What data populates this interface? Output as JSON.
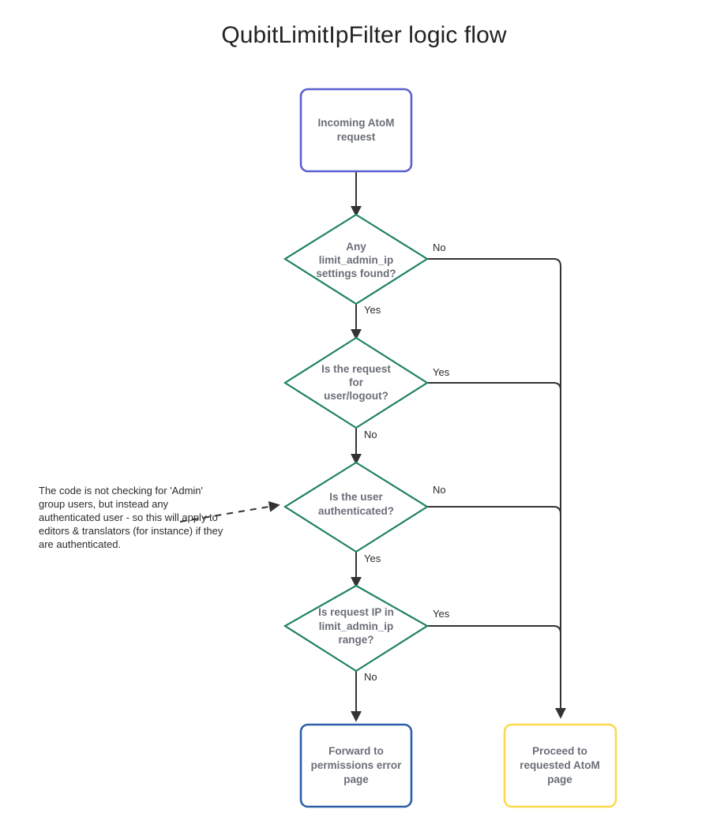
{
  "title": "QubitLimitIpFilter logic flow",
  "colors": {
    "start_border": "#5b5fd0",
    "decision_border": "#1f8263",
    "error_border": "#2b5fa8",
    "proceed_border": "#fcd94b",
    "edge": "#333333",
    "node_text": "#6a6e77",
    "edge_text": "#2b2b2b",
    "background": "#ffffff"
  },
  "nodes": {
    "start": {
      "name": "incoming-request",
      "type": "process",
      "lines": [
        "Incoming AtoM",
        "request"
      ]
    },
    "decision1": {
      "name": "limit-admin-ip-settings-found",
      "type": "decision",
      "lines": [
        "Any",
        "limit_admin_ip",
        "settings found?"
      ]
    },
    "decision2": {
      "name": "request-for-user-logout",
      "type": "decision",
      "lines": [
        "Is the request",
        "for",
        "user/logout?"
      ]
    },
    "decision3": {
      "name": "user-authenticated",
      "type": "decision",
      "lines": [
        "Is the user",
        "authenticated?"
      ]
    },
    "decision4": {
      "name": "request-ip-in-range",
      "type": "decision",
      "lines": [
        "Is request IP in",
        "limit_admin_ip",
        "range?"
      ]
    },
    "error": {
      "name": "forward-permissions-error",
      "type": "terminal",
      "lines": [
        "Forward to",
        "permissions error",
        "page"
      ]
    },
    "proceed": {
      "name": "proceed-requested-page",
      "type": "terminal",
      "lines": [
        "Proceed to",
        "requested AtoM",
        "page"
      ]
    }
  },
  "edge_labels": {
    "d1_no": "No",
    "d1_yes": "Yes",
    "d2_yes": "Yes",
    "d2_no": "No",
    "d3_no": "No",
    "d3_yes": "Yes",
    "d4_yes": "Yes",
    "d4_no": "No"
  },
  "note": {
    "lines": [
      "The code is not checking for 'Admin'",
      "group users, but instead any",
      "authenticated user - so this will apply to",
      "editors & translators (for instance) if they",
      "are authenticated."
    ]
  },
  "chart_data": {
    "type": "diagram",
    "title": "QubitLimitIpFilter logic flow",
    "flow": [
      {
        "from": "Incoming AtoM request",
        "to": "Any limit_admin_ip settings found?",
        "label": ""
      },
      {
        "from": "Any limit_admin_ip settings found?",
        "to": "Proceed to requested AtoM page",
        "label": "No"
      },
      {
        "from": "Any limit_admin_ip settings found?",
        "to": "Is the request for user/logout?",
        "label": "Yes"
      },
      {
        "from": "Is the request for user/logout?",
        "to": "Proceed to requested AtoM page",
        "label": "Yes"
      },
      {
        "from": "Is the request for user/logout?",
        "to": "Is the user authenticated?",
        "label": "No"
      },
      {
        "from": "Is the user authenticated?",
        "to": "Proceed to requested AtoM page",
        "label": "No"
      },
      {
        "from": "Is the user authenticated?",
        "to": "Is request IP in limit_admin_ip range?",
        "label": "Yes"
      },
      {
        "from": "Is request IP in limit_admin_ip range?",
        "to": "Proceed to requested AtoM page",
        "label": "Yes"
      },
      {
        "from": "Is request IP in limit_admin_ip range?",
        "to": "Forward to permissions error page",
        "label": "No"
      }
    ]
  }
}
